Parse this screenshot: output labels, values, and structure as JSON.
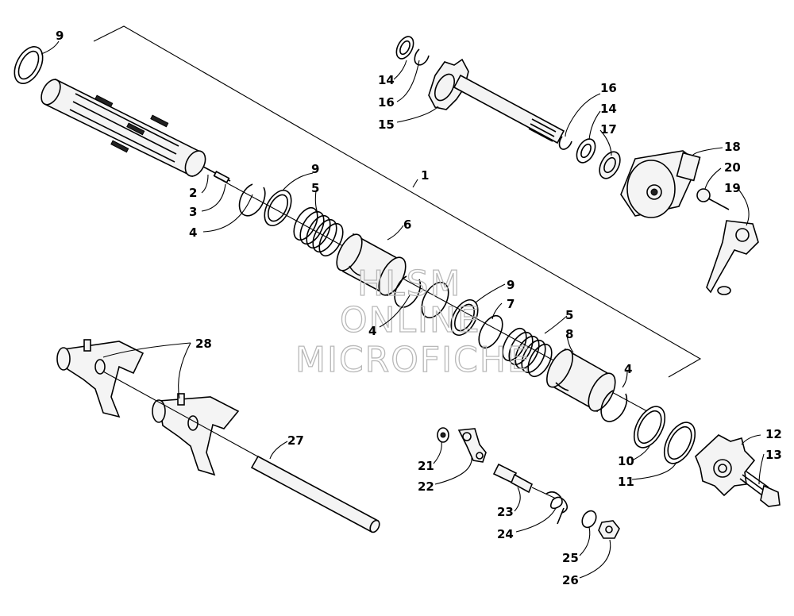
{
  "watermark": {
    "line1": "HLSM",
    "line2": "ONLINE",
    "line3": "MICROFICHE"
  },
  "callouts": {
    "c1": "1",
    "c2": "2",
    "c3": "3",
    "c4a": "4",
    "c4b": "4",
    "c4c": "4",
    "c5a": "5",
    "c5b": "5",
    "c6": "6",
    "c7": "7",
    "c8": "8",
    "c9a": "9",
    "c9b": "9",
    "c9c": "9",
    "c10": "10",
    "c11": "11",
    "c12": "12",
    "c13": "13",
    "c14a": "14",
    "c14b": "14",
    "c15": "15",
    "c16a": "16",
    "c16b": "16",
    "c17": "17",
    "c18": "18",
    "c19": "19",
    "c20": "20",
    "c21": "21",
    "c22": "22",
    "c23": "23",
    "c24": "24",
    "c25": "25",
    "c26": "26",
    "c27": "27",
    "c28": "28"
  }
}
